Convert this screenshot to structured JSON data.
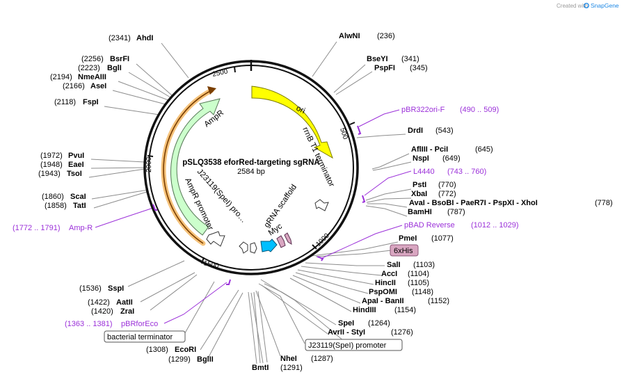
{
  "watermark": {
    "prefix": "Created with",
    "brand": "SnapGene"
  },
  "plasmid": {
    "name": "pSLQ3538 eforRed-targeting sgRNA",
    "length": "2584 bp"
  },
  "ticks": [
    "500",
    "1000",
    "1500",
    "2000",
    "2500"
  ],
  "features": {
    "ori": "ori",
    "rrnb": "rrnB T1 terminator",
    "ampr": "AmpR",
    "amppromoter": "AmpR promoter",
    "j23": "J23119(SpeI) pro…",
    "scaffold": "gRNA scaffold",
    "myc": "Myc"
  },
  "sites": [
    {
      "name": "AhdI",
      "pos": "(2341)"
    },
    {
      "name": "AlwNI",
      "pos": "(236)"
    },
    {
      "name": "BseYI",
      "pos": "(341)"
    },
    {
      "name": "PspFI",
      "pos": "(345)"
    },
    {
      "name": "BsrFI",
      "pos": "(2256)"
    },
    {
      "name": "BglI",
      "pos": "(2223)"
    },
    {
      "name": "NmeAIII",
      "pos": "(2194)"
    },
    {
      "name": "AseI",
      "pos": "(2166)"
    },
    {
      "name": "FspI",
      "pos": "(2118)"
    },
    {
      "name": "DrdI",
      "pos": "(543)"
    },
    {
      "name": "AflIII - PciI",
      "pos": "(645)"
    },
    {
      "name": "NspI",
      "pos": "(649)"
    },
    {
      "name": "PvuI",
      "pos": "(1972)"
    },
    {
      "name": "EaeI",
      "pos": "(1948)"
    },
    {
      "name": "TsoI",
      "pos": "(1943)"
    },
    {
      "name": "PstI",
      "pos": "(770)"
    },
    {
      "name": "XbaI",
      "pos": "(772)"
    },
    {
      "name": "AvaI - BsoBI - PaeR7I - PspXI - XhoI",
      "pos": "(778)"
    },
    {
      "name": "BamHI",
      "pos": "(787)"
    },
    {
      "name": "ScaI",
      "pos": "(1860)"
    },
    {
      "name": "TatI",
      "pos": "(1858)"
    },
    {
      "name": "PmeI",
      "pos": "(1077)"
    },
    {
      "name": "SalI",
      "pos": "(1103)"
    },
    {
      "name": "AccI",
      "pos": "(1104)"
    },
    {
      "name": "HincII",
      "pos": "(1105)"
    },
    {
      "name": "PspOMI",
      "pos": "(1148)"
    },
    {
      "name": "ApaI - BanII",
      "pos": "(1152)"
    },
    {
      "name": "HindIII",
      "pos": "(1154)"
    },
    {
      "name": "SspI",
      "pos": "(1536)"
    },
    {
      "name": "AatII",
      "pos": "(1422)"
    },
    {
      "name": "ZraI",
      "pos": "(1420)"
    },
    {
      "name": "SpeI",
      "pos": "(1264)"
    },
    {
      "name": "AvrII - StyI",
      "pos": "(1276)"
    },
    {
      "name": "EcoRI",
      "pos": "(1308)"
    },
    {
      "name": "BglII",
      "pos": "(1299)"
    },
    {
      "name": "NheI",
      "pos": "(1287)"
    },
    {
      "name": "BmtI",
      "pos": "(1291)"
    }
  ],
  "primers": [
    {
      "name": "pBR322ori-F",
      "range": "(490 .. 509)"
    },
    {
      "name": "L4440",
      "range": "(743 .. 760)"
    },
    {
      "name": "pBAD Reverse",
      "range": "(1012 .. 1029)"
    },
    {
      "name": "Amp-R",
      "range": "(1772 .. 1791)"
    },
    {
      "name": "pBRforEco",
      "range": "(1363 .. 1381)"
    }
  ],
  "boxed": {
    "sixhis": "6xHis",
    "bacterial_terminator": "bacterial terminator",
    "j23119_promoter": "J23119(SpeI) promoter"
  },
  "colors": {
    "ori": "#ffff00",
    "ampr": "#ccffcc",
    "myc": "#00bfff",
    "histag": "#d9a6c1",
    "primer": "#9b30d9",
    "brand": "#1e88e5"
  }
}
